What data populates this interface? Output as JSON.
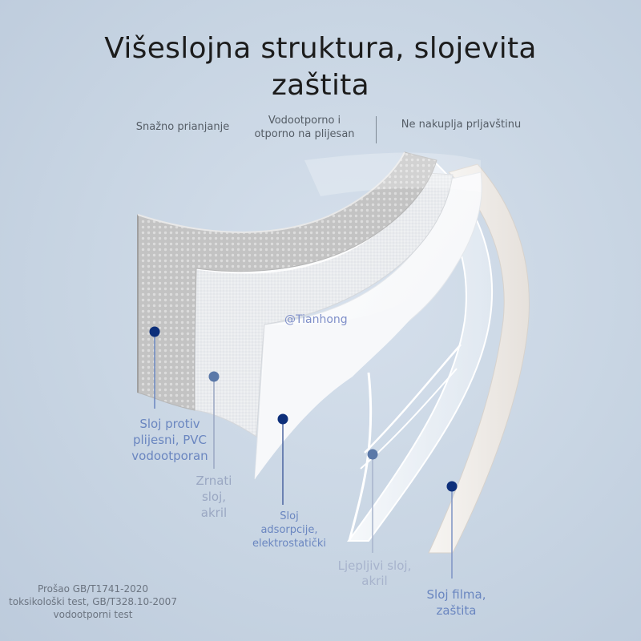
{
  "title": {
    "line1": "Višeslojna struktura, slojevita",
    "line2": "zaštita"
  },
  "features": [
    {
      "text": "Snažno prianjanje"
    },
    {
      "line1": "Vodootporno i",
      "line2": "otporno na plijesan"
    },
    {
      "text": "Ne nakuplja prljavštinu"
    }
  ],
  "watermark": "@Tianhong",
  "layers": [
    {
      "lines": [
        "Sloj protiv",
        "plijesni, PVC",
        "vodootporan"
      ]
    },
    {
      "lines": [
        "Zrnati",
        "sloj,",
        "akril"
      ]
    },
    {
      "lines": [
        "Sloj",
        "adsorpcije,",
        "elektrostatički"
      ]
    },
    {
      "lines": [
        "Ljepljivi sloj,",
        "akril"
      ]
    },
    {
      "lines": [
        "Sloj filma,",
        "zaštita"
      ]
    }
  ],
  "certification": {
    "lines": [
      "Prošao GB/T1741-2020",
      "toksikološki test, GB/T328.10-2007",
      "vodootporni test"
    ]
  },
  "colors": {
    "background": "#c9d6e4",
    "marker_dark": "#0d2f7a",
    "marker_light": "#5a78a8",
    "label_blue": "#6a86c0"
  }
}
